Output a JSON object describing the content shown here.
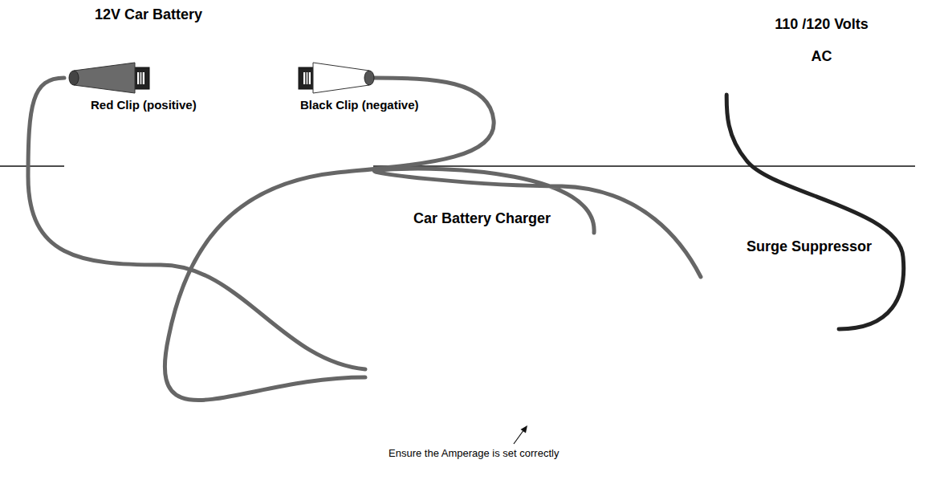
{
  "diagram": {
    "nodes": [
      {
        "text": [
          "12V Car Battery"
        ]
      },
      {
        "text": [
          "110 /120 Volts AC"
        ]
      },
      {
        "text": [
          "Car Battery Charger"
        ]
      },
      {
        "text": [
          "Surge Suppressor"
        ]
      }
    ],
    "edges": [
      {
        "from": 2,
        "to": 0,
        "arrow": "none"
      },
      {
        "from": 2,
        "to": 0,
        "arrow": "none"
      },
      {
        "from": 2,
        "to": 3,
        "arrow": "none"
      },
      {
        "from": 3,
        "to": 1,
        "arrow": "none"
      }
    ],
    "labels": [
      "Red Clip (positive)",
      "Black Clip (negative)",
      "Ensure the Amperage is set correctly"
    ]
  }
}
